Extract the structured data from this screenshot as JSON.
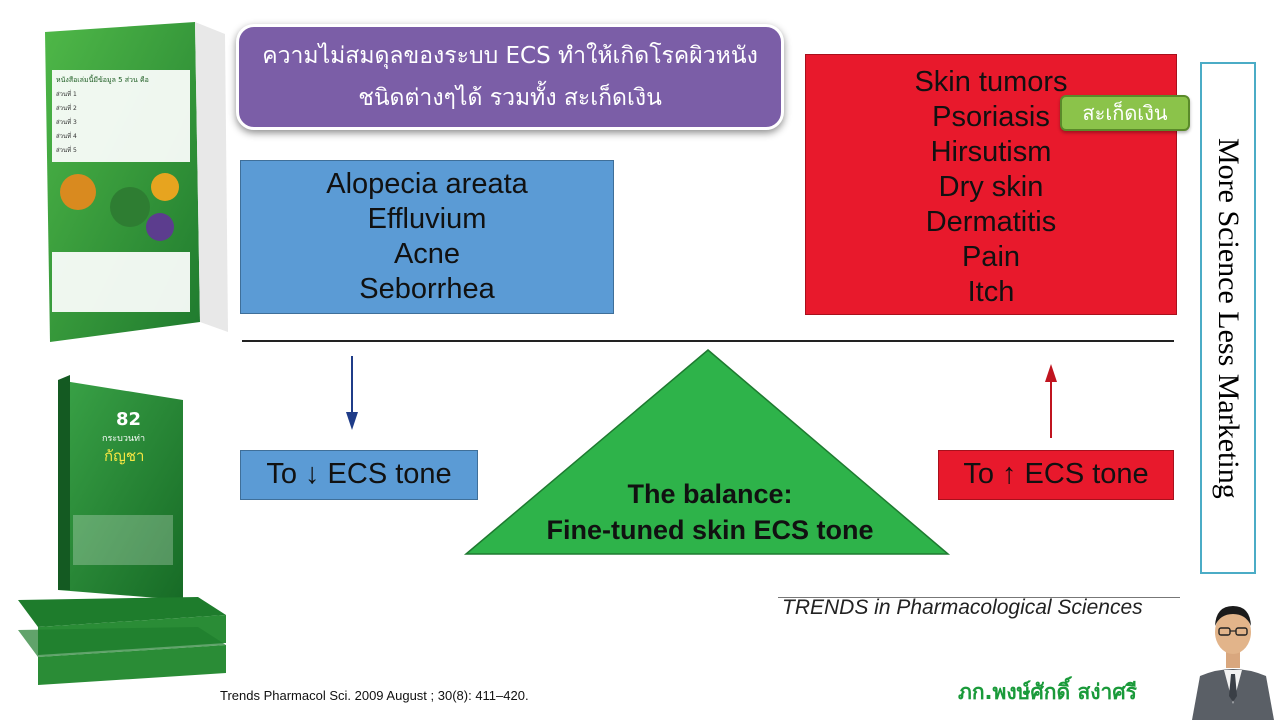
{
  "banner": {
    "line1": "ความไม่สมดุลของระบบ ECS ทำให้เกิดโรคผิวหนัง",
    "line2": "ชนิดต่างๆได้ รวมทั้ง สะเก็ดเงิน"
  },
  "figure": {
    "decrease_conditions": [
      "Alopecia areata",
      "Effluvium",
      "Acne",
      "Seborrhea"
    ],
    "increase_conditions": [
      "Skin tumors",
      "Psoriasis",
      "Hirsutism",
      "Dry skin",
      "Dermatitis",
      "Pain",
      "Itch"
    ],
    "psoriasis_tag": "สะเก็ดเงิน",
    "left_tone": "To ↓ ECS tone",
    "right_tone": "To ↑ ECS tone",
    "balance_line1": "The balance:",
    "balance_line2": "Fine-tuned skin ECS tone",
    "source": "TRENDS in Pharmacological Sciences"
  },
  "side_slogan": "More Science Less Marketing",
  "citation": "Trends Pharmacol Sci. 2009 August ; 30(8): 411–420.",
  "author": "ภก.พงษ์ศักดิ์ สง่าศรี",
  "book_top": {
    "heading": "หนังสือเล่มนี้มีข้อมูล 5 ส่วน คือ",
    "points": [
      "ส่วนที่ 1",
      "ส่วนที่ 2",
      "ส่วนที่ 3",
      "ส่วนที่ 4",
      "ส่วนที่ 5"
    ]
  },
  "book_bottom": {
    "number": "82",
    "subtitle": "กระบวนท่า",
    "title": "กัญชา"
  },
  "colors": {
    "banner": "#7b5ea7",
    "blue": "#5b9bd5",
    "red": "#e8192c",
    "triangle": "#2eb34a",
    "tag": "#8bc34a",
    "author": "#1a9a3a",
    "slogan_border": "#4bacc6"
  }
}
